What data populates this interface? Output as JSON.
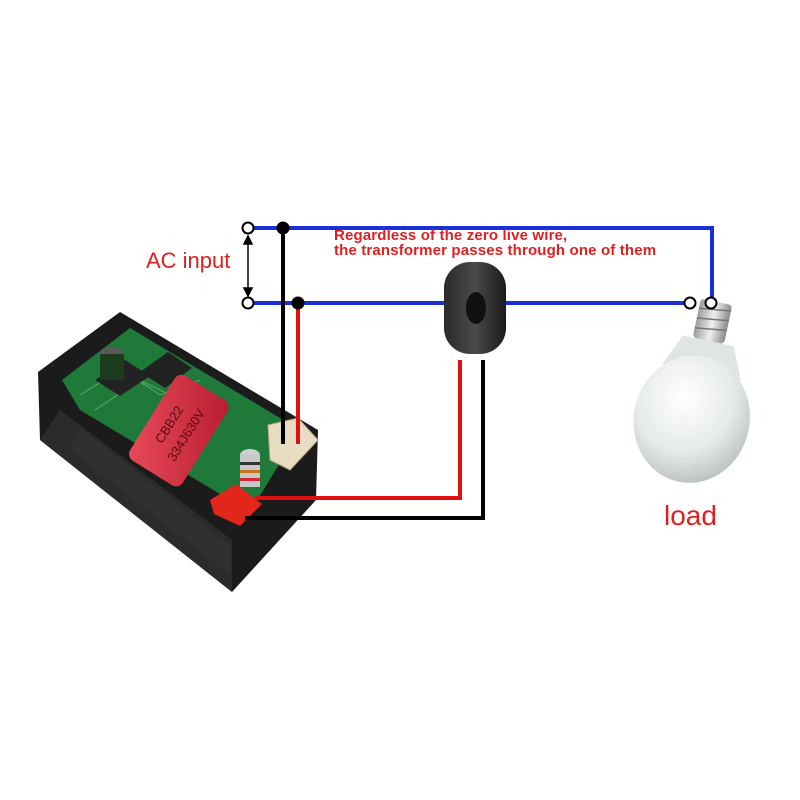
{
  "labels": {
    "ac_input": "AC input",
    "load": "load",
    "note_line1": "Regardless of the zero live wire,",
    "note_line2": "the transformer passes through one of them"
  },
  "capacitor_marking": {
    "line1": "CBB22",
    "line2": "334J630V"
  },
  "colors": {
    "wire_blue": "#1a2fd6",
    "wire_black": "#000000",
    "wire_red": "#e01010",
    "text_red": "#e02020",
    "capacitor_red": "#d8283c",
    "pcb_green": "#1f7a3a",
    "case_black": "#1a1a1a",
    "bulb_white": "#e8ece8"
  },
  "icons": [
    "terminal-node-icon",
    "junction-dot-icon",
    "double-arrow-icon",
    "light-bulb-icon",
    "current-transformer-icon",
    "meter-module-icon"
  ]
}
